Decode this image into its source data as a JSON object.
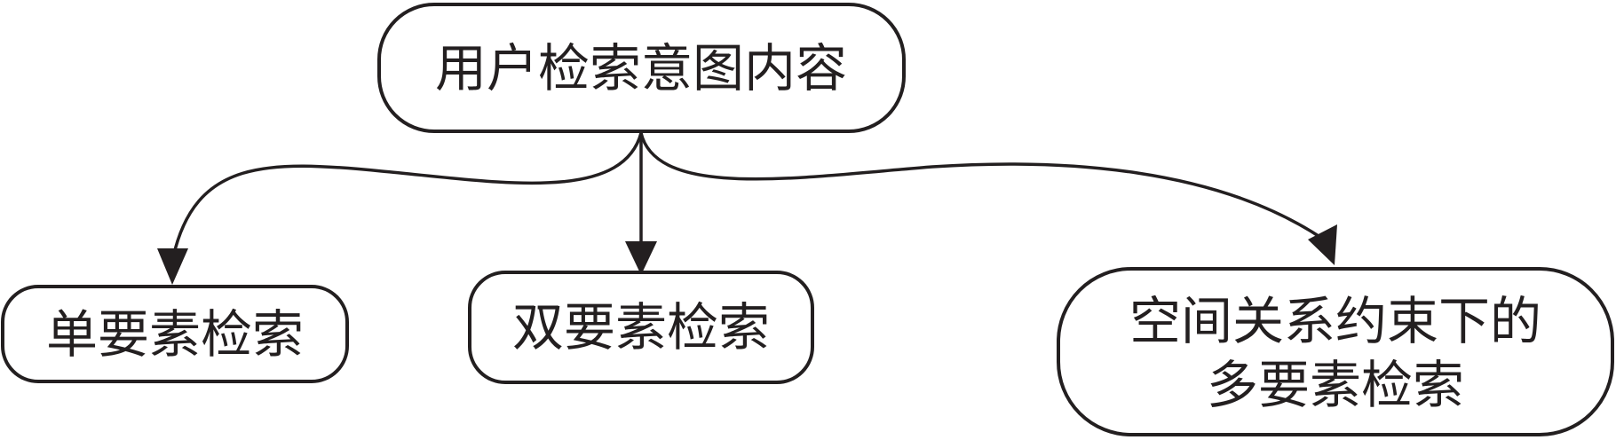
{
  "diagram": {
    "root": {
      "label": "用户检索意图内容"
    },
    "children": [
      {
        "label": "单要素检索"
      },
      {
        "label": "双要素检索"
      },
      {
        "label_line1": "空间关系约束下的",
        "label_line2": "多要素检索"
      }
    ]
  }
}
